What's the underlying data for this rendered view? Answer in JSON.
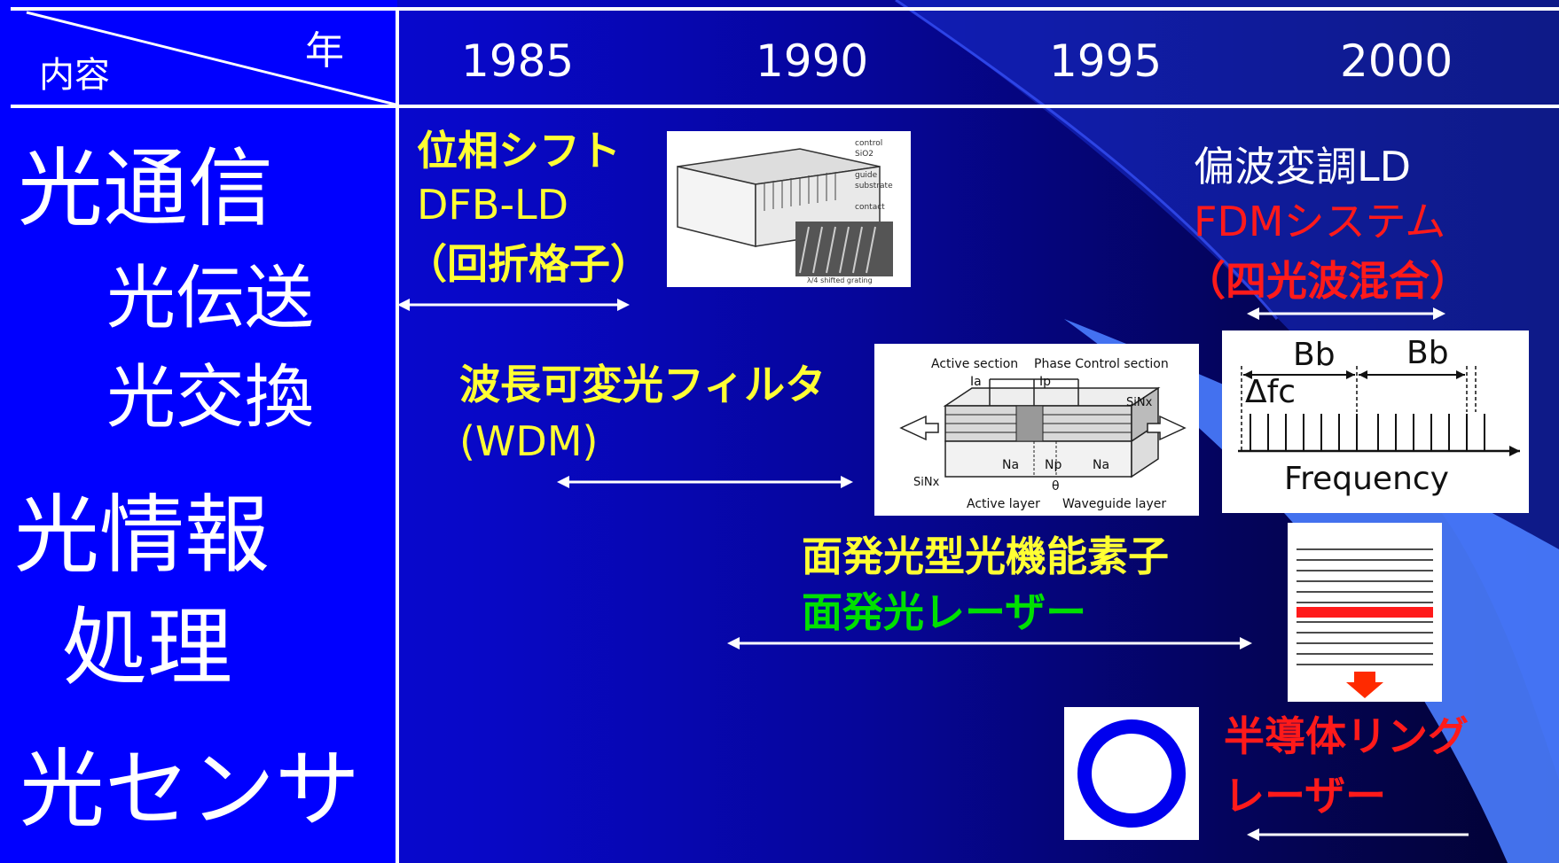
{
  "header": {
    "corner_content": "内容",
    "corner_year": "年",
    "years": [
      "1985",
      "1990",
      "1995",
      "2000"
    ]
  },
  "categories": {
    "comm": "光通信",
    "transmission": "光伝送",
    "switching": "光交換",
    "info": "光情報",
    "processing": "処理",
    "sensor": "光センサ"
  },
  "items": {
    "dfb_line1": "位相シフト",
    "dfb_line2": "DFB-LD",
    "dfb_line3": "（回折格子）",
    "wdm_line1": "波長可変光フィルタ",
    "wdm_line2": "(WDM)",
    "fdm_line1": "偏波変調LD",
    "fdm_line2": "FDMシステム",
    "fdm_line3": "（四光波混合）",
    "surface_line1": "面発光型光機能素子",
    "surface_line2": "面発光レーザー",
    "ring_line1": "半導体リング",
    "ring_line2": "レーザー"
  },
  "diagrams": {
    "filter_active_section": "Active section",
    "filter_phase_section": "Phase Control section",
    "filter_ia": "Ia",
    "filter_ip": "Ip",
    "filter_sinx_right": "SiNx",
    "filter_sinx_left": "SiNx",
    "filter_na1": "Na",
    "filter_np": "Np",
    "filter_na2": "Na",
    "filter_theta": "θ",
    "filter_active_layer": "Active layer",
    "filter_waveguide_layer": "Waveguide layer",
    "freq_bb1": "Bb",
    "freq_bb2": "Bb",
    "freq_dfc": "Δfc",
    "freq_axis": "Frequency",
    "dfb_label1": "control",
    "dfb_label2": "SiO2",
    "dfb_label3": "guide",
    "dfb_label4": "substrate",
    "dfb_label5": "contact",
    "dfb_caption": "λ/4 shifted grating"
  },
  "colors": {
    "background_left": "#0000ff",
    "accent_yellow": "#ffff33",
    "accent_green": "#00e000",
    "accent_red": "#ff1a1a",
    "ring_blue": "#0000ee"
  }
}
